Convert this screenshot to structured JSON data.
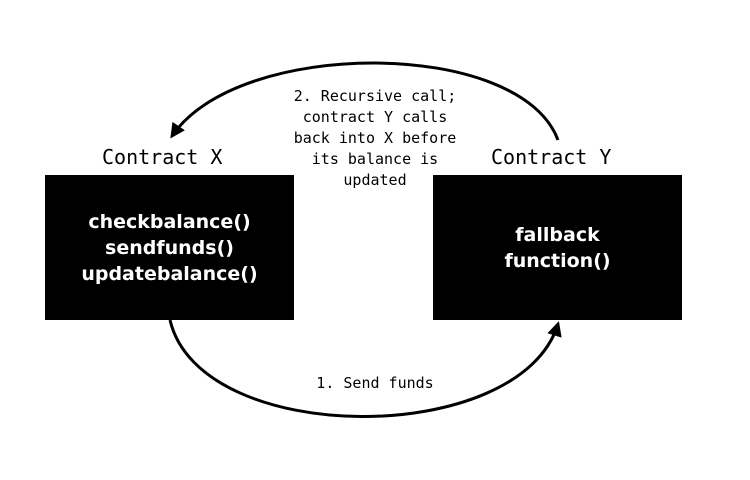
{
  "contract_x": {
    "title": "Contract X",
    "functions": [
      "checkbalance()",
      "sendfunds()",
      "updatebalance()"
    ]
  },
  "contract_y": {
    "title": "Contract Y",
    "functions": [
      "fallback",
      "function()"
    ]
  },
  "edges": {
    "recursive_call": {
      "lines": [
        "2. Recursive call;",
        "contract Y calls",
        "back into X before",
        "its balance is",
        "updated"
      ]
    },
    "send_funds": {
      "label": "1. Send funds"
    }
  },
  "colors": {
    "box_fill": "#000000",
    "box_text": "#ffffff",
    "line": "#000000",
    "background": "#ffffff"
  }
}
